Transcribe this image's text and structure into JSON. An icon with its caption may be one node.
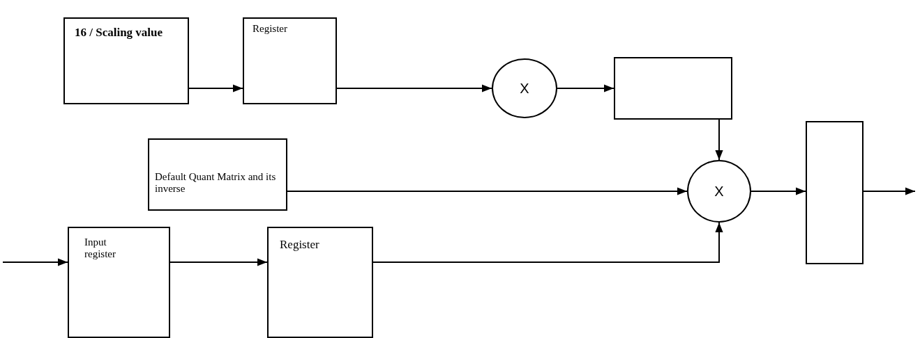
{
  "diagram": {
    "nodes": [
      {
        "text": [
          "16 / Scaling value"
        ]
      },
      {
        "text": [
          "Register"
        ]
      },
      {
        "text": [
          "X"
        ]
      },
      {
        "text": [],
        "shape": "box"
      },
      {
        "text": [
          "Default Quant Matrix and its inverse"
        ]
      },
      {
        "text": [
          "X"
        ]
      },
      {
        "text": [],
        "shape": "box"
      },
      {
        "text": [
          "Input register"
        ]
      },
      {
        "text": [
          "Register"
        ]
      }
    ],
    "edges": [
      {
        "from": 0,
        "to": 1,
        "arrow": "to"
      },
      {
        "from": 1,
        "to": 2,
        "arrow": "to"
      },
      {
        "from": 2,
        "to": 3,
        "arrow": "to"
      },
      {
        "from": 3,
        "to": 5,
        "arrow": "to"
      },
      {
        "from": 4,
        "to": 5,
        "arrow": "to"
      },
      {
        "from": 8,
        "to": 5,
        "arrow": "to"
      },
      {
        "from": 5,
        "to": 6,
        "arrow": "to"
      },
      {
        "from": 6,
        "to": null,
        "arrow": "to"
      },
      {
        "from": null,
        "to": 7,
        "arrow": "to"
      },
      {
        "from": 7,
        "to": 8,
        "arrow": "to"
      }
    ]
  }
}
